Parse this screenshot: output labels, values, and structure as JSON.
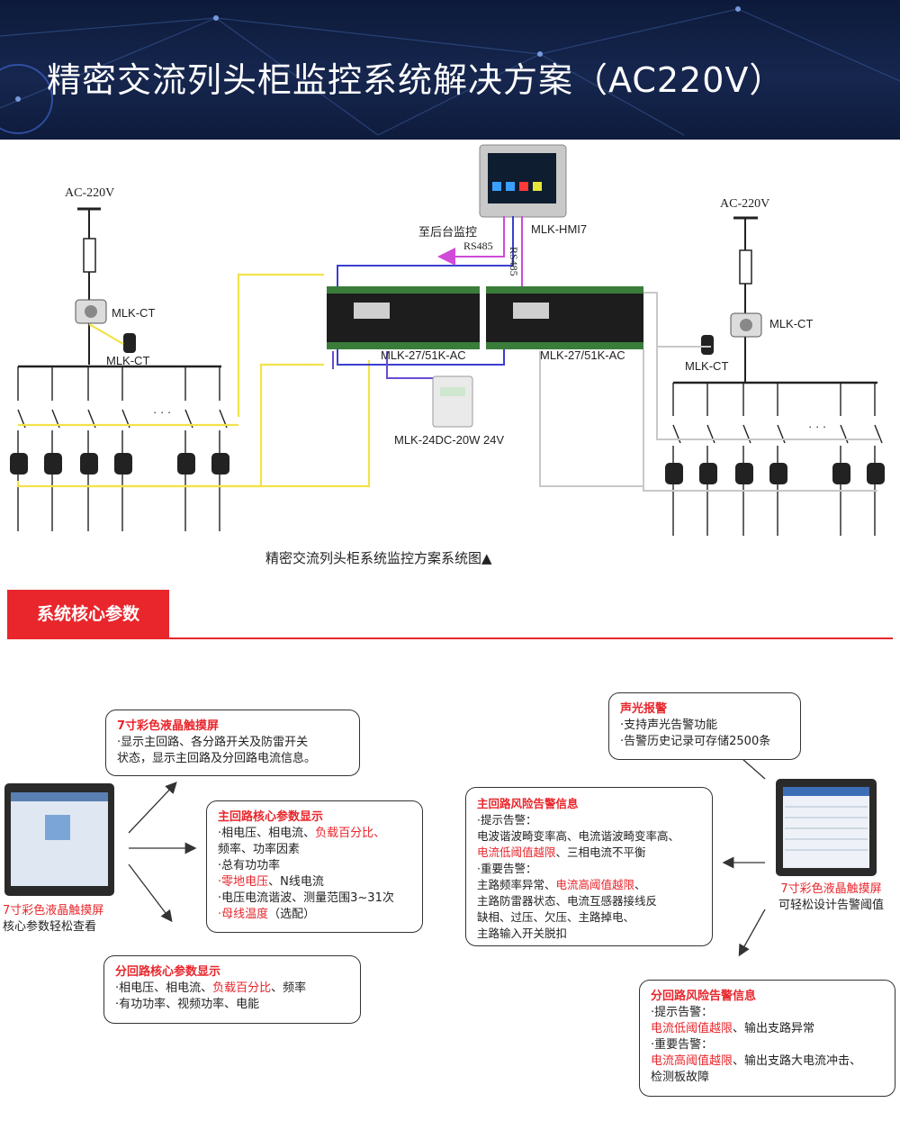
{
  "banner": {
    "title": "精密交流列头柜监控系统解决方案（AC220V）"
  },
  "diagram": {
    "left_source": "AC-220V",
    "right_source": "AC-220V",
    "left_ct_main": "MLK-CT",
    "left_ct_sub": "MLK-CT",
    "right_ct_main": "MLK-CT",
    "right_ct_sub": "MLK-CT",
    "hmi_label": "MLK-HMI7",
    "backend_label": "至后台监控",
    "rs485_a": "RS485",
    "rs485_b": "RS485",
    "module_left": "MLK-27/51K-AC",
    "module_right": "MLK-27/51K-AC",
    "psu_label": "MLK-24DC-20W 24V",
    "ellipsis_left": "· · ·",
    "ellipsis_right": "· · ·",
    "caption": "精密交流列头柜系统监控方案系统图▲"
  },
  "section": {
    "title": "系统核心参数"
  },
  "params": {
    "screen_box": {
      "title": "7寸彩色液晶触摸屏",
      "lines": [
        "·显示主回路、各分路开关及防雷开关",
        "状态，显示主回路及分回路电流信息。"
      ]
    },
    "main_box": {
      "title": "主回路核心参数显示",
      "l1a": "·相电压、相电流、",
      "l1b": "负载百分比、",
      "l2": "频率、功率因素",
      "l3": "·总有功功率",
      "l4a": "·零地电压",
      "l4b": "、N线电流",
      "l5": "·电压电流谐波、测量范围3~31次",
      "l6a": "·母线温度",
      "l6b": "（选配）"
    },
    "branch_box": {
      "title": "分回路核心参数显示",
      "l1a": "·相电压、相电流、",
      "l1b": "负载百分比",
      "l1c": "、频率",
      "l2": "·有功功率、视频功率、电能"
    },
    "left_screen_caption": {
      "title": "7寸彩色液晶触摸屏",
      "sub": "核心参数轻松查看"
    },
    "alarm_box": {
      "title": "声光报警",
      "lines": [
        "·支持声光告警功能",
        "·告警历史记录可存储2500条"
      ]
    },
    "main_risk_box": {
      "title": "主回路风险告警信息",
      "l1": "·提示告警：",
      "l2": "电波谐波畸变率高、电流谐波畸变率高、",
      "l3a": "电流低阈值越限",
      "l3b": "、三相电流不平衡",
      "l4": "·重要告警：",
      "l5a": "主路频率异常、",
      "l5b": "电流高阈值越限",
      "l5c": "、",
      "l6": "主路防雷器状态、电流互感器接线反",
      "l7": "缺相、过压、欠压、主路掉电、",
      "l8": "主路输入开关脱扣"
    },
    "right_screen_caption": {
      "title": "7寸彩色液晶触摸屏",
      "sub": "可轻松设计告警阈值"
    },
    "branch_risk_box": {
      "title": "分回路风险告警信息",
      "l1": "·提示告警：",
      "l2a": "电流低阈值越限",
      "l2b": "、输出支路异常",
      "l3": "·重要告警：",
      "l4a": "电流高阈值越限",
      "l4b": "、输出支路大电流冲击、",
      "l5": "检测板故障"
    }
  },
  "colors": {
    "accent_red": "#e8262c",
    "wire_yellow": "#f2e24a",
    "wire_blue": "#3a3fd0",
    "wire_magenta": "#d04ad8",
    "banner_navy": "#12224a"
  }
}
